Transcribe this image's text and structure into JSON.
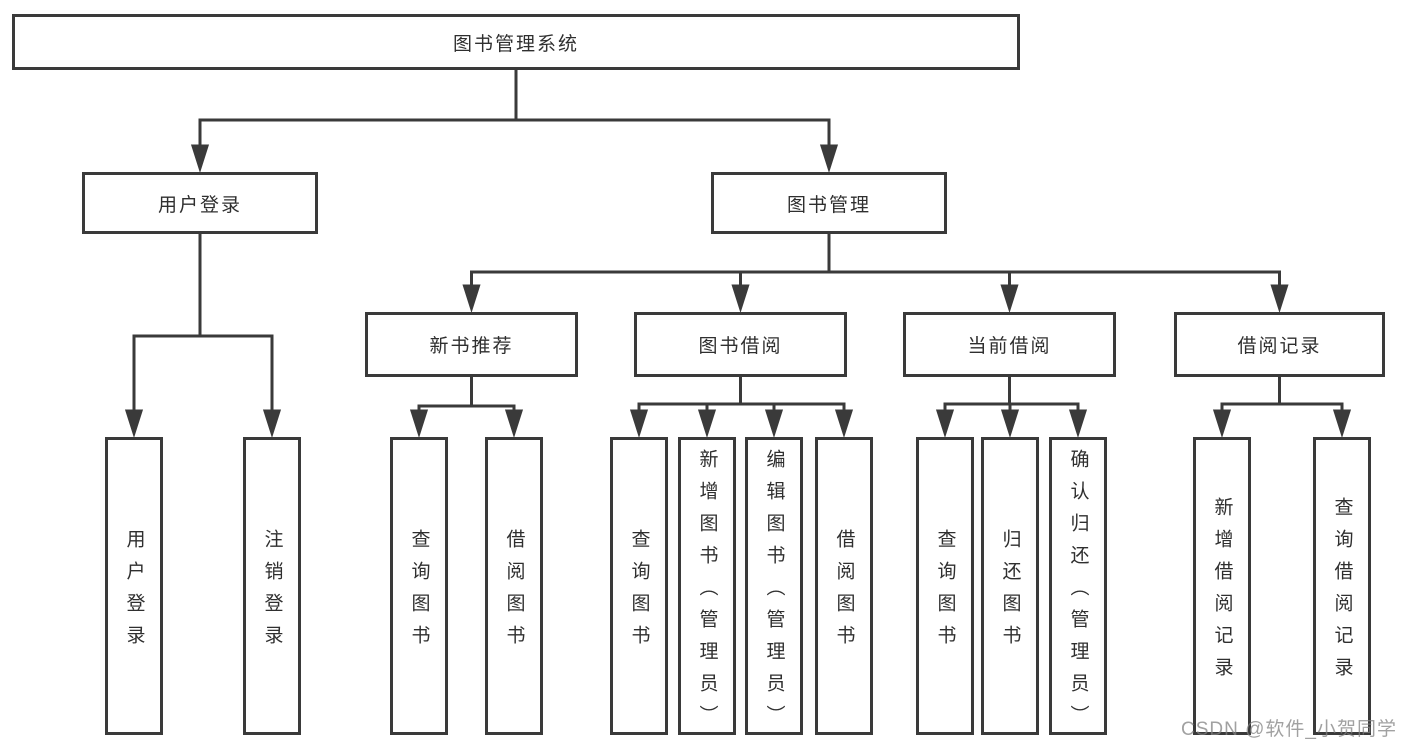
{
  "tree": {
    "label": "图书管理系统",
    "children": [
      {
        "label": "用户登录",
        "children": [
          {
            "label": "用户登录"
          },
          {
            "label": "注销登录"
          }
        ]
      },
      {
        "label": "图书管理",
        "children": [
          {
            "label": "新书推荐",
            "children": [
              {
                "label": "查询图书"
              },
              {
                "label": "借阅图书"
              }
            ]
          },
          {
            "label": "图书借阅",
            "children": [
              {
                "label": "查询图书"
              },
              {
                "label": "新增图书（管理员）"
              },
              {
                "label": "编辑图书（管理员）"
              },
              {
                "label": "借阅图书"
              }
            ]
          },
          {
            "label": "当前借阅",
            "children": [
              {
                "label": "查询图书"
              },
              {
                "label": "归还图书"
              },
              {
                "label": "确认归还（管理员）"
              }
            ]
          },
          {
            "label": "借阅记录",
            "children": [
              {
                "label": "新增借阅记录"
              },
              {
                "label": "查询借阅记录"
              }
            ]
          }
        ]
      }
    ]
  },
  "watermark": "CSDN @软件_小贺同学",
  "colors": {
    "line": "#3a3a3a",
    "box_border": "#3a3a3a",
    "text": "#2f2f2f",
    "watermark": "#828282",
    "background": "#ffffff"
  }
}
